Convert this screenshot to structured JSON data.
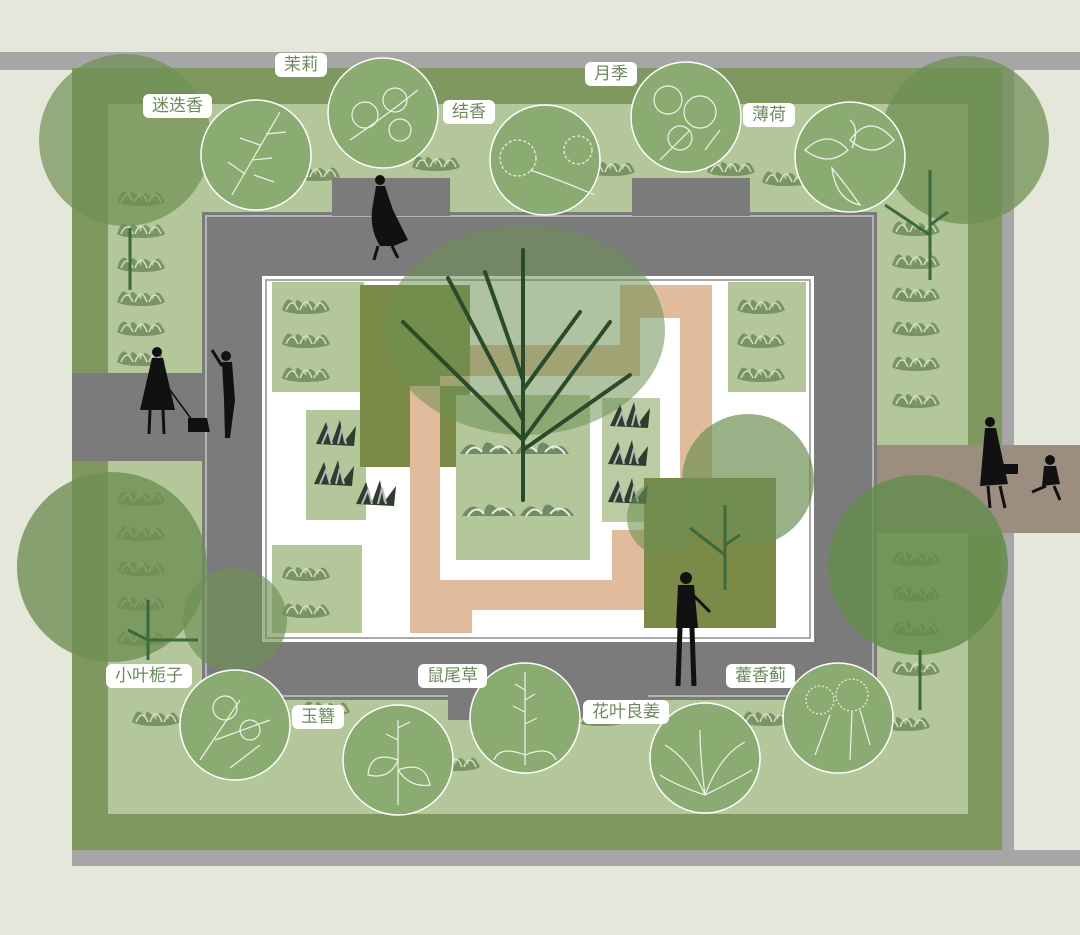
{
  "plants": [
    {
      "id": "rosemary",
      "label": "迷迭香"
    },
    {
      "id": "jasmine",
      "label": "茉莉"
    },
    {
      "id": "lilac",
      "label": "结香"
    },
    {
      "id": "rose",
      "label": "月季"
    },
    {
      "id": "mint",
      "label": "薄荷"
    },
    {
      "id": "gardenia",
      "label": "小叶栀子"
    },
    {
      "id": "hosta",
      "label": "玉簪"
    },
    {
      "id": "salvia",
      "label": "鼠尾草"
    },
    {
      "id": "spider-plant",
      "label": "花叶良姜"
    },
    {
      "id": "agastache",
      "label": "藿香蓟"
    }
  ],
  "colors": {
    "background": "#e6e7db",
    "outer_border": "#a6a6a6",
    "hedge": "#7e985f",
    "lawn": "#b4c79a",
    "path": "#7b7b7b",
    "paving": "#ffffff",
    "terracotta": "#e0bb9c",
    "olive": "#7b8a46",
    "tree_canopy": "#6e9054",
    "medallion": "#8aab72"
  }
}
